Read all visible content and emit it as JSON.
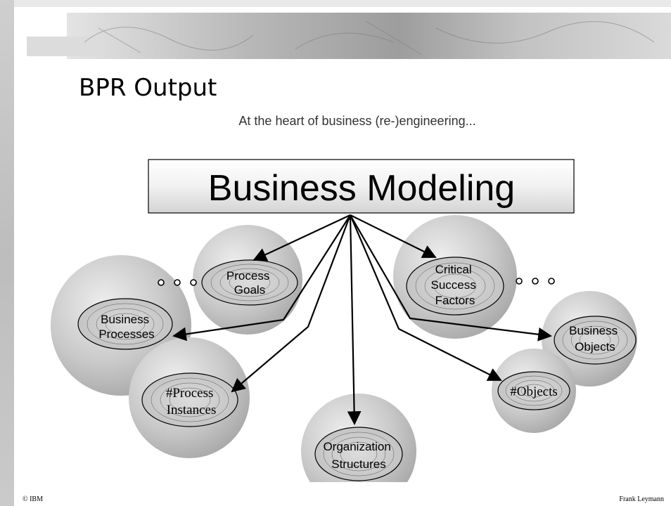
{
  "slide": {
    "title": "BPR Output",
    "subtitle": "At the heart of business (re-)engineering...",
    "footer_left": "© IBM",
    "footer_right": "Frank Leymann"
  },
  "diagram": {
    "central_node": "Business Modeling",
    "nodes": [
      {
        "id": "process-goals",
        "lines": [
          "Process",
          "Goals"
        ]
      },
      {
        "id": "business-processes",
        "lines": [
          "Business",
          "Processes"
        ]
      },
      {
        "id": "process-instances",
        "lines": [
          "#Process",
          "Instances"
        ]
      },
      {
        "id": "organization-structures",
        "lines": [
          "Organization",
          "Structures"
        ]
      },
      {
        "id": "critical-success-factors",
        "lines": [
          "Critical",
          "Success",
          "Factors"
        ]
      },
      {
        "id": "business-objects",
        "lines": [
          "Business",
          "Objects"
        ]
      },
      {
        "id": "objects-count",
        "lines": [
          "#Objects"
        ]
      }
    ],
    "ellipsis_markers": [
      "left-ellipsis-dots",
      "right-ellipsis-dots"
    ]
  }
}
